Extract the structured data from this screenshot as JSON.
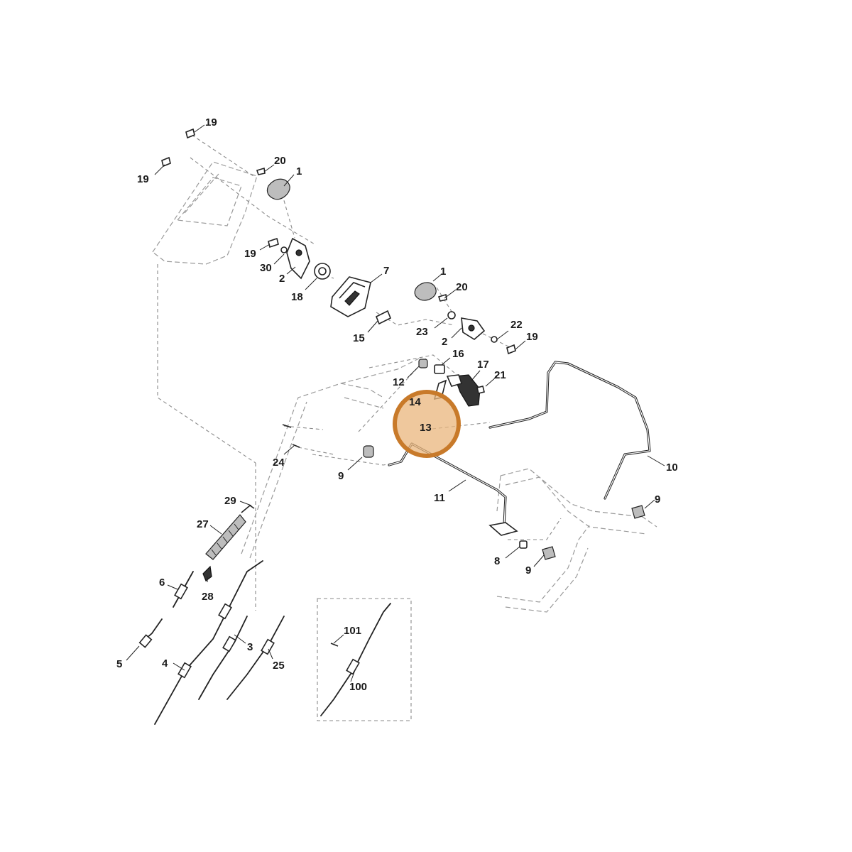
{
  "highlight": {
    "label": "13",
    "color": "#c87a2a",
    "fill": "#e9b57c"
  },
  "labels": {
    "l19a": "19",
    "l19b": "19",
    "l20a": "20",
    "l1a": "1",
    "l19c": "19",
    "l30": "30",
    "l2a": "2",
    "l18": "18",
    "l7": "7",
    "l1b": "1",
    "l20b": "20",
    "l15": "15",
    "l23": "23",
    "l2b": "2",
    "l22": "22",
    "l19d": "19",
    "l16": "16",
    "l12": "12",
    "l17": "17",
    "l21": "21",
    "l14": "14",
    "l13": "13",
    "l24": "24",
    "l9a": "9",
    "l10": "10",
    "l11": "11",
    "l9b": "9",
    "l29": "29",
    "l27": "27",
    "l8": "8",
    "l9c": "9",
    "l6": "6",
    "l28": "28",
    "l5": "5",
    "l4": "4",
    "l3": "3",
    "l25": "25",
    "l101": "101",
    "l100": "100"
  }
}
